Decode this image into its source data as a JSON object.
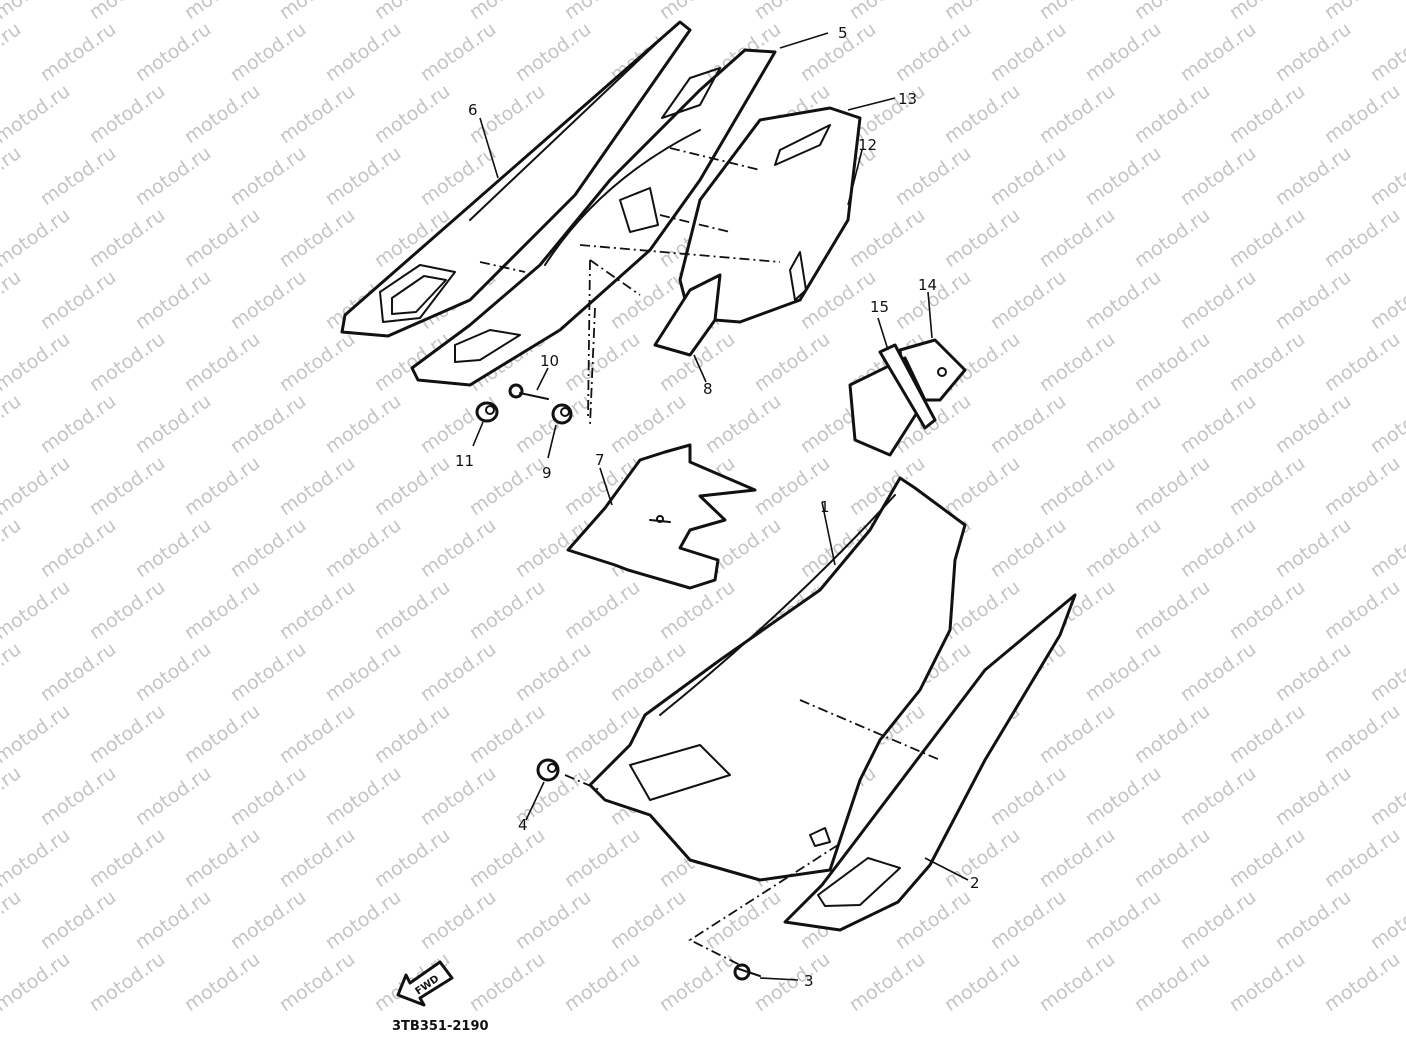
{
  "diagram": {
    "drawing_code": "3TB351-2190",
    "direction_arrow_text": "FWD",
    "watermark_text": "motod.ru",
    "callouts": [
      "1",
      "2",
      "3",
      "4",
      "5",
      "6",
      "7",
      "8",
      "9",
      "10",
      "11",
      "12",
      "13",
      "14",
      "15"
    ]
  }
}
